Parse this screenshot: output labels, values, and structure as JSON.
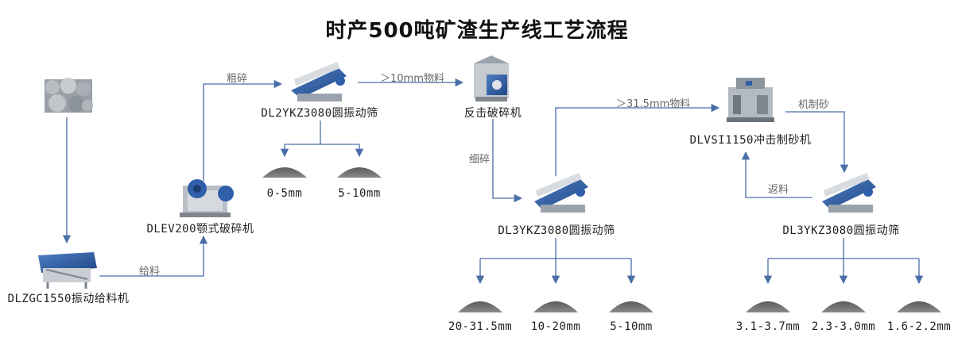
{
  "title": "时产500吨矿渣生产线工艺流程",
  "nodes": {
    "raw_material": "",
    "feeder": "DLZGC1550振动给料机",
    "jaw_crusher": "DLEV200颚式破碎机",
    "screen1": "DL2YKZ3080圆振动筛",
    "impact_crusher": "反击破碎机",
    "screen2": "DL3YKZ3080圆振动筛",
    "sand_maker": "DLVSI1150冲击制砂机",
    "screen3": "DL3YKZ3080圆振动筛"
  },
  "edges": {
    "feed": "给料",
    "coarse": "粗碎",
    "gt10": "＞10mm物料",
    "fine": "细碎",
    "gt315": "＞31.5mm物料",
    "machine_sand": "机制砂",
    "return": "返料"
  },
  "products": {
    "screen1": [
      "0-5mm",
      "5-10mm"
    ],
    "screen2": [
      "20-31.5mm",
      "10-20mm",
      "5-10mm"
    ],
    "screen3": [
      "3.1-3.7mm",
      "2.3-3.0mm",
      "1.6-2.2mm"
    ]
  },
  "colors": {
    "line": "#4a6ea8",
    "pile": "#6e6e6e",
    "machine_blue": "#2f5fa8",
    "machine_grey": "#9aa3ad"
  }
}
